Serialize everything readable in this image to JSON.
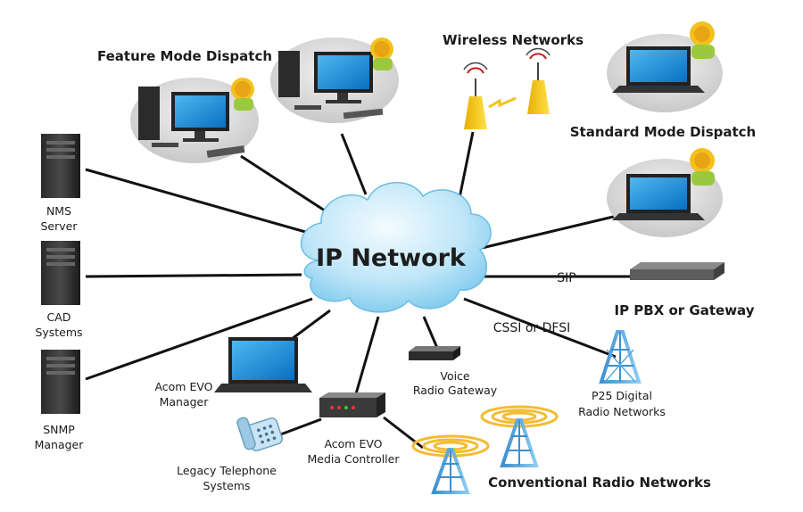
{
  "diagram": {
    "center": "IP Network",
    "labels": {
      "feature_mode_dispatch": "Feature Mode Dispatch",
      "wireless_networks": "Wireless Networks",
      "standard_mode_dispatch": "Standard Mode Dispatch",
      "nms_server": [
        "NMS",
        "Server"
      ],
      "cad_systems": [
        "CAD",
        "Systems"
      ],
      "snmp_manager": [
        "SNMP",
        "Manager"
      ],
      "acom_evo_manager": [
        "Acom EVO",
        "Manager"
      ],
      "legacy_telephone": [
        "Legacy Telephone",
        "Systems"
      ],
      "acom_evo_media_controller": [
        "Acom EVO",
        "Media Controller"
      ],
      "voice_radio_gateway": [
        "Voice",
        "Radio Gateway"
      ],
      "conventional_radio_networks": "Conventional Radio Networks",
      "p25_digital": [
        "P25 Digital",
        "Radio Networks"
      ],
      "ip_pbx_gateway": "IP PBX or Gateway",
      "sip": "SIP",
      "cssi_dfsi": "CSSI or DFSI"
    },
    "colors": {
      "cloud_light": "#e8f6fd",
      "cloud_dark": "#7cc9ec",
      "screen": "#1d8fd8",
      "tower": "#5aa8de",
      "wifi": "#f2c418",
      "radio_ring": "#f4bc33"
    }
  }
}
